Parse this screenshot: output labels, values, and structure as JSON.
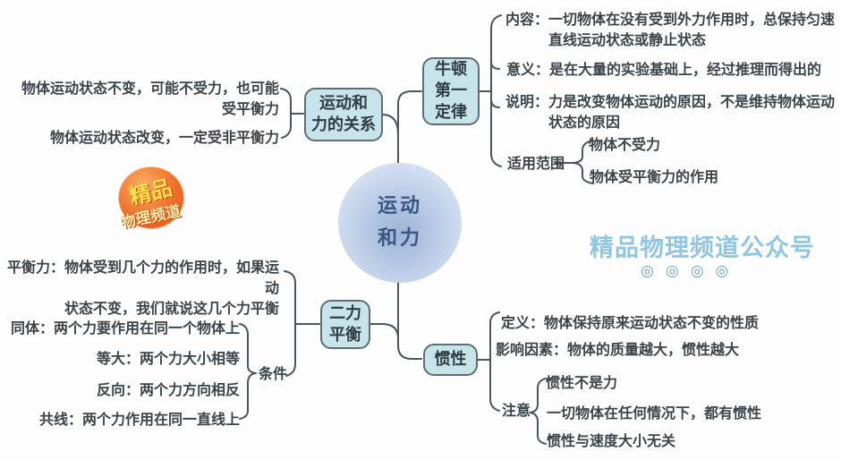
{
  "central_topic": {
    "line1": "运动",
    "line2": "和力"
  },
  "relation_branch": {
    "node": "运动和\n力的关系",
    "unchanged": "物体运动状态不变，可能不受力，也可能\n受平衡力",
    "changed": "物体运动状态改变，一定受非平衡力"
  },
  "newton_branch": {
    "node": "牛顿\n第一\n定律",
    "content": "内容：一切物体在没有受到外力作用时，总保持匀速\n　　　直线运动状态或静止状态",
    "significance": "意义：是在大量的实验基础上，经过推理而得出的",
    "explanation": "说明：力是改变物体运动的原因，不是维持物体运动\n　　　状态的原因",
    "scope_label": "适用范围",
    "scope_items": [
      "物体不受力",
      "物体受平衡力的作用"
    ]
  },
  "balance_branch": {
    "node": "二力\n平衡",
    "balanced_force": "平衡力：物体受到几个力的作用时，如果运动\n状态不变，我们就说这几个力平衡",
    "condition_label": "条件",
    "conditions": [
      "同体：两个力要作用在同一个物体上",
      "等大：两个力大小相等",
      "反向：两个力方向相反",
      "共线：两个力作用在同一直线上"
    ]
  },
  "inertia_branch": {
    "node": "惯性",
    "definition": "定义：物体保持原来运动状态不变的性质",
    "factor": "影响因素：物体的质量越大，惯性越大",
    "note_label": "注意",
    "notes": [
      "惯性不是力",
      "一切物体在任何情况下，都有惯性",
      "惯性与速度大小无关"
    ]
  },
  "badge": {
    "line1": "精品",
    "line2": "物理频道"
  },
  "watermark": {
    "text": "精品物理频道公众号",
    "dot_icon": "◎"
  },
  "colors": {
    "node_fill": "#c7e4ea",
    "node_border": "#5e6e76",
    "connector": "#4d565b",
    "text": "#3c4449",
    "topic_text": "#3a5684",
    "badge_orange": "#e84e1e",
    "badge_text": "#ffe14d",
    "watermark_blue": "#8fc6e3"
  }
}
